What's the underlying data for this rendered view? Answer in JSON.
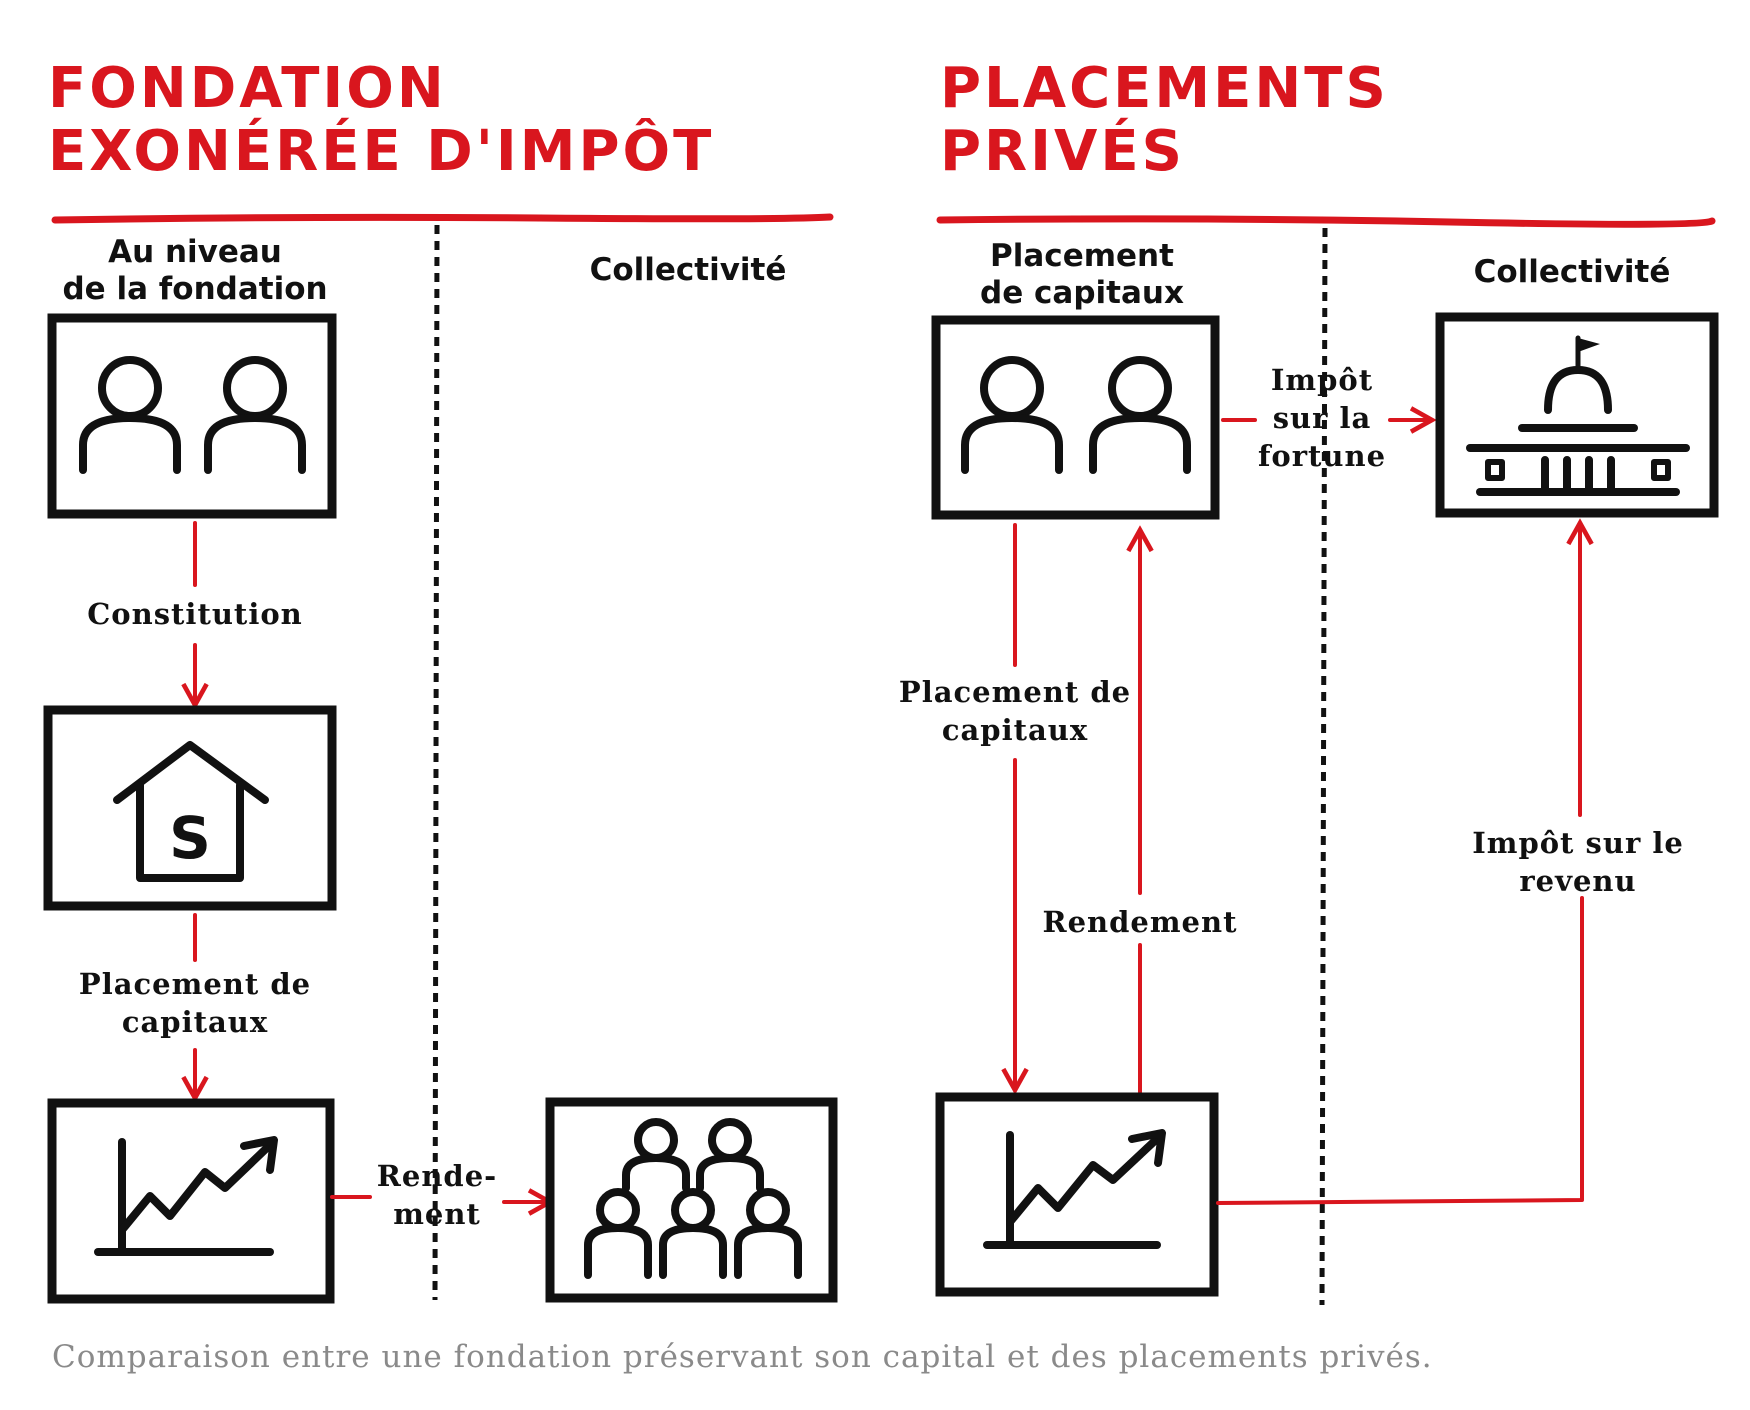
{
  "colors": {
    "accent": "#d9161e",
    "ink": "#111111",
    "caption": "#8a8a8a"
  },
  "left": {
    "title_line1": "FONDATION",
    "title_line2": "EXONÉRÉE D'IMPÔT",
    "col1_header_line1": "Au niveau",
    "col1_header_line2": "de la fondation",
    "col2_header": "Collectivité",
    "label_constitution": "Constitution",
    "label_placement_line1": "Placement de",
    "label_placement_line2": "capitaux",
    "label_rendement_line1": "Rende-",
    "label_rendement_line2": "ment",
    "icons": [
      "people-icon",
      "foundation-house-icon",
      "growth-chart-icon",
      "community-icon"
    ]
  },
  "right": {
    "title_line1": "PLACEMENTS",
    "title_line2": "PRIVÉS",
    "col1_header_line1": "Placement",
    "col1_header_line2": "de capitaux",
    "col2_header": "Collectivité",
    "label_wealth_tax_line1": "Impôt",
    "label_wealth_tax_line2": "sur la",
    "label_wealth_tax_line3": "fortune",
    "label_placement_line1": "Placement de",
    "label_placement_line2": "capitaux",
    "label_rendement": "Rendement",
    "label_income_tax_line1": "Impôt sur le",
    "label_income_tax_line2": "revenu",
    "icons": [
      "people-icon",
      "government-building-icon",
      "growth-chart-icon"
    ]
  },
  "caption": "Comparaison entre une fondation préservant son capital et des placements privés."
}
